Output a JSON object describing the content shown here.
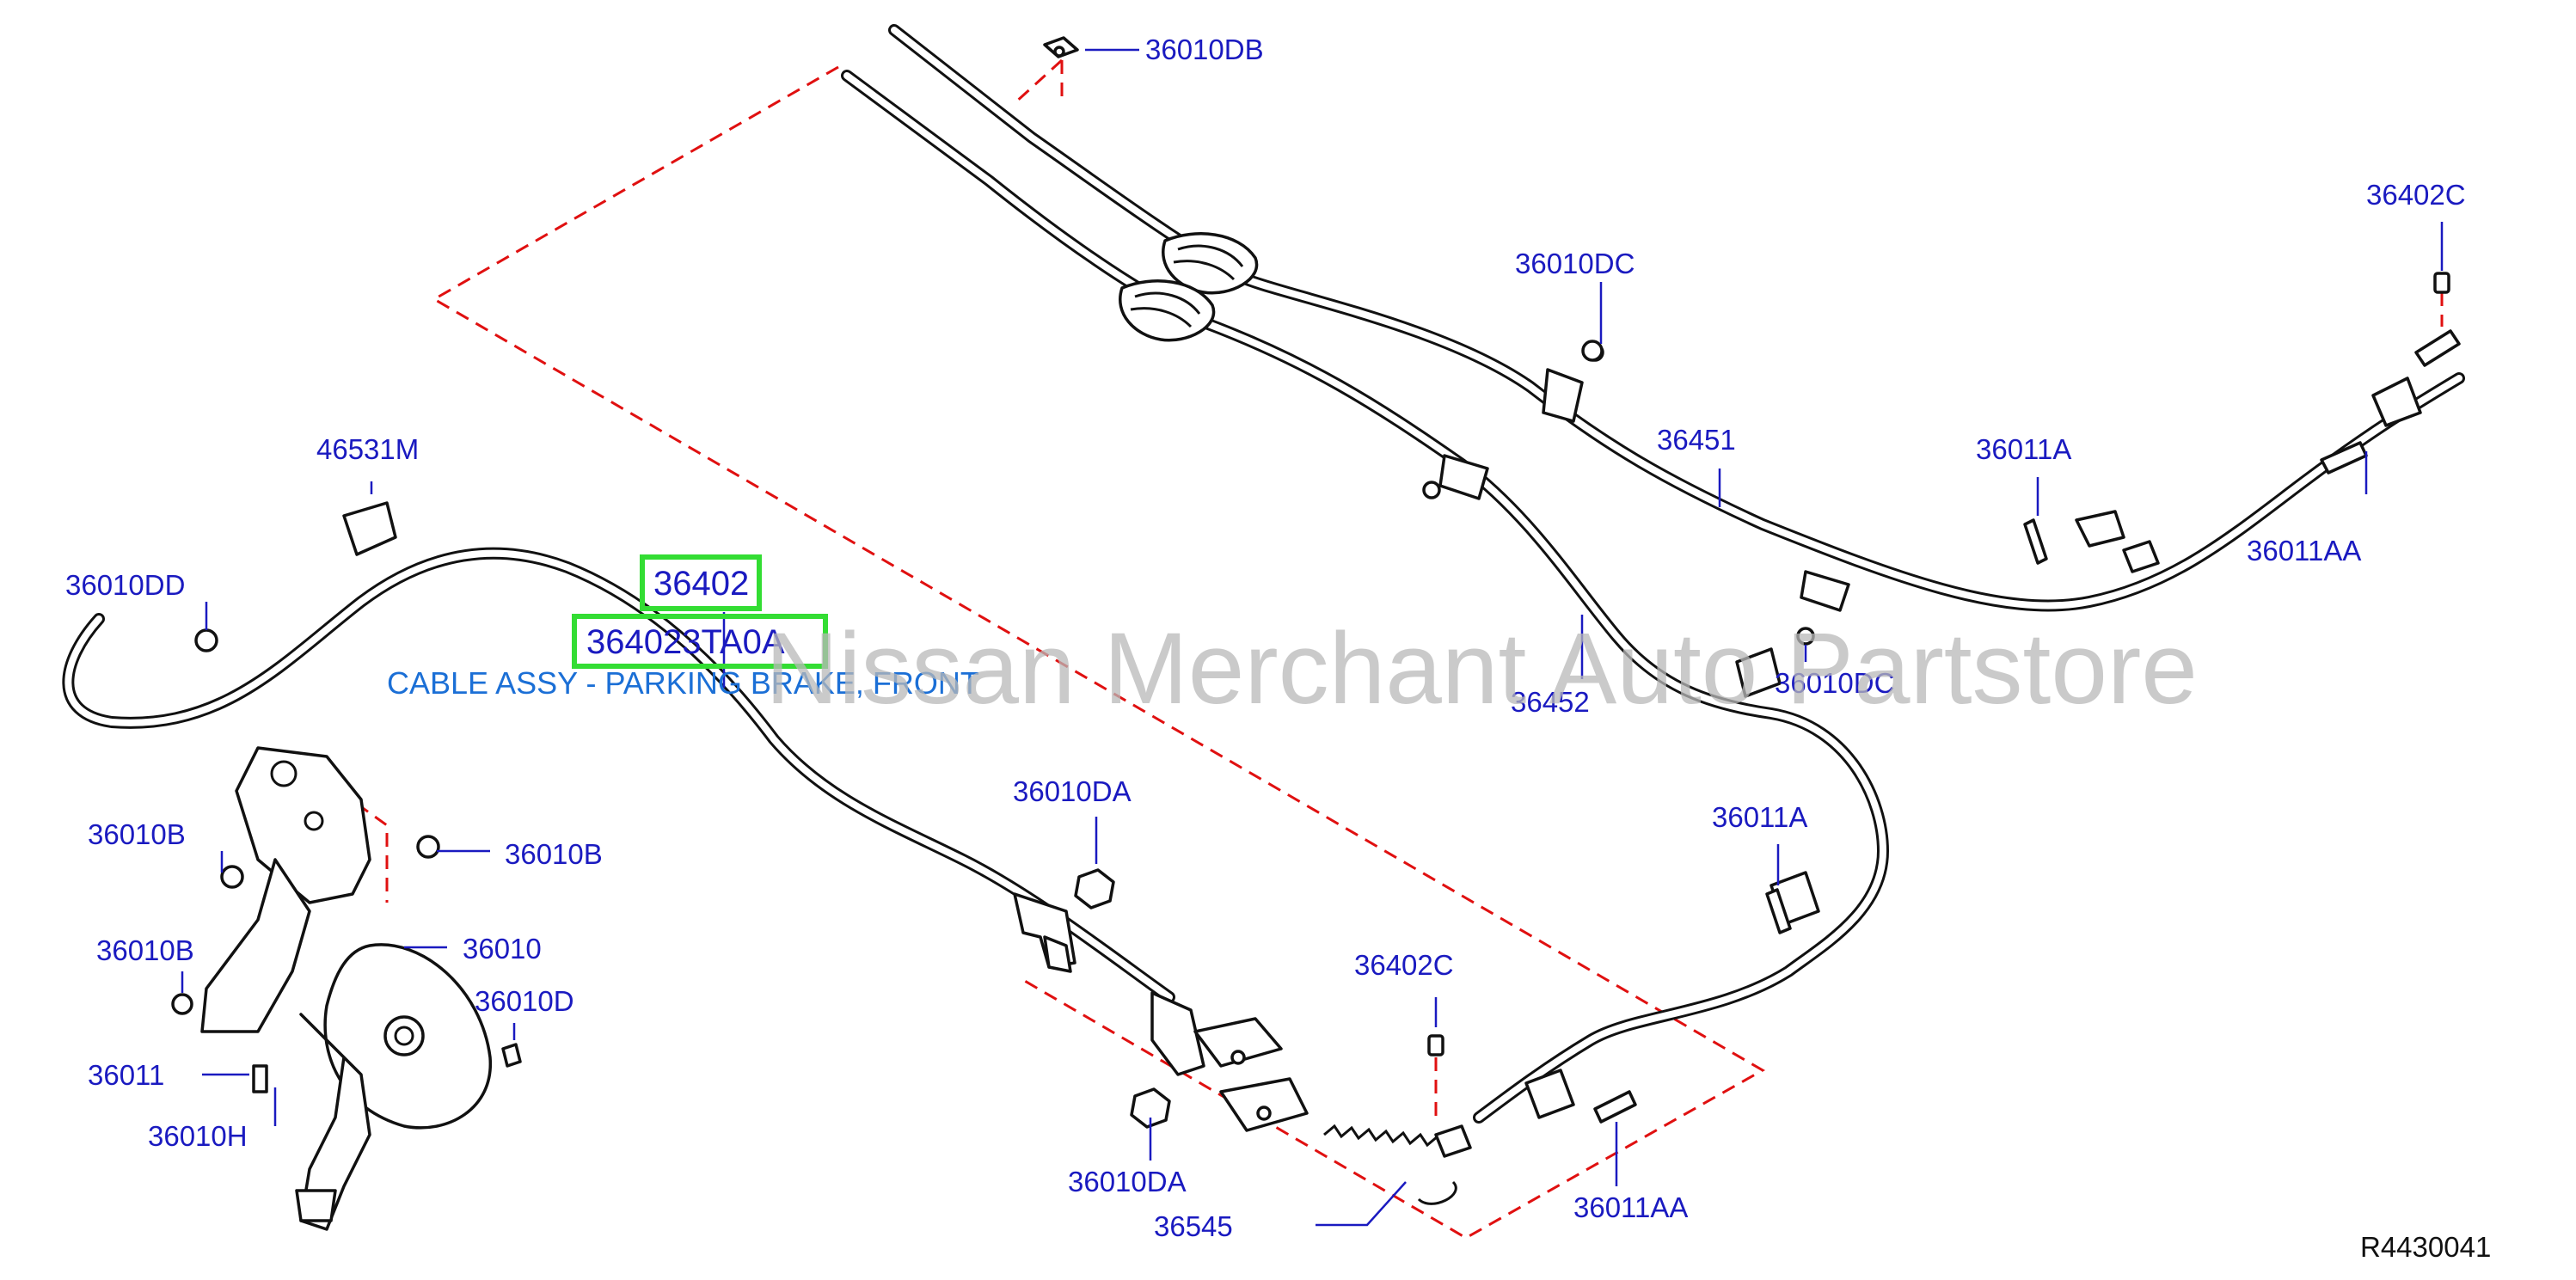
{
  "diagram": {
    "watermark": "Nissan Merchant Auto Partstore",
    "reference_code": "R4430041",
    "highlight": {
      "part_number": "36402",
      "catalog_number": "364023TA0A",
      "description": "CABLE ASSY - PARKING BRAKE, FRONT",
      "color": "#33dd33"
    },
    "callouts": {
      "c36010DB": "36010DB",
      "c36010DC_top": "36010DC",
      "c36402C_top": "36402C",
      "c36451": "36451",
      "c36011A_top": "36011A",
      "c36011AA_right": "36011AA",
      "c46531M": "46531M",
      "c36010DD": "36010DD",
      "c36452": "36452",
      "c36010DC_mid": "36010DC",
      "c36011A_mid": "36011A",
      "c36010B_1": "36010B",
      "c36010B_2": "36010B",
      "c36010B_3": "36010B",
      "c36010": "36010",
      "c36010D": "36010D",
      "c36011": "36011",
      "c36010H": "36010H",
      "c36010DA_top": "36010DA",
      "c36010DA_bot": "36010DA",
      "c36545": "36545",
      "c36402C_bot": "36402C",
      "c36011AA_bot": "36011AA"
    },
    "colors": {
      "label": "#1a1ac0",
      "description": "#1b6fd6",
      "dashed_boundary": "#e01010",
      "line_art": "#111111"
    }
  }
}
